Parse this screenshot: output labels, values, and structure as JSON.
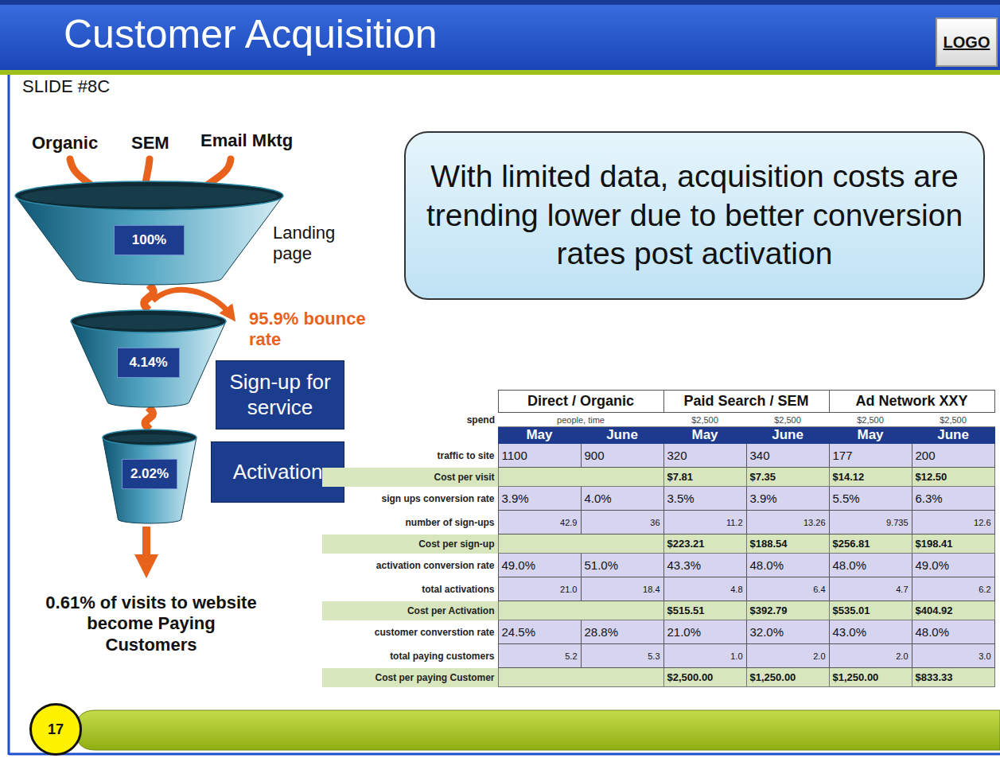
{
  "diagram": {
    "title": "Customer Acquisition",
    "nodes": [
      {
        "text": [
          "100%"
        ]
      },
      {
        "text": [
          "4.14%"
        ]
      },
      {
        "text": [
          "2.02%"
        ]
      },
      {
        "text": [
          "Sign-up for service"
        ]
      },
      {
        "text": [
          "Activation"
        ]
      },
      {
        "text": [
          "With limited data, acquisition costs are trending lower due to better conversion rates post activation"
        ]
      },
      {
        "text": [
          "17"
        ]
      }
    ],
    "edges": [
      {
        "from": 0,
        "to": 1,
        "arrow": "none"
      },
      {
        "from": 1,
        "to": 2,
        "arrow": "none"
      }
    ],
    "labels": [
      "Organic",
      "SEM",
      "Email Mktg",
      "Landing page",
      "95.9% bounce rate",
      "0.61% of visits to website become Paying Customers",
      "SLIDE #8C",
      "LOGO",
      "Direct / Organic",
      "Paid Search / SEM",
      "Ad Network XXY",
      "spend",
      "people, time",
      "$2,500",
      "$2,500",
      "$2,500",
      "$2,500",
      "May",
      "June",
      "May",
      "June",
      "May",
      "June",
      "traffic to site",
      "1100",
      "900",
      "320",
      "340",
      "177",
      "200",
      "Cost per visit",
      "$7.81",
      "$7.35",
      "$14.12",
      "$12.50",
      "sign ups conversion rate",
      "3.9%",
      "4.0%",
      "3.5%",
      "3.9%",
      "5.5%",
      "6.3%",
      "number of sign-ups",
      "42.9",
      "36",
      "11.2",
      "13.26",
      "9.735",
      "12.6",
      "Cost per sign-up",
      "$223.21",
      "$188.54",
      "$256.81",
      "$198.41",
      "activation conversion rate",
      "49.0%",
      "51.0%",
      "43.3%",
      "48.0%",
      "48.0%",
      "49.0%",
      "total activations",
      "21.0",
      "18.4",
      "4.8",
      "6.4",
      "4.7",
      "6.2",
      "Cost per Activation",
      "$515.51",
      "$392.79",
      "$535.01",
      "$404.92",
      "customer converstion rate",
      "24.5%",
      "28.8%",
      "21.0%",
      "32.0%",
      "43.0%",
      "48.0%",
      "total paying customers",
      "5.2",
      "5.3",
      "1.0",
      "2.0",
      "2.0",
      "3.0",
      "Cost per paying Customer",
      "$2,500.00",
      "$1,250.00",
      "$1,250.00",
      "$833.33"
    ]
  }
}
